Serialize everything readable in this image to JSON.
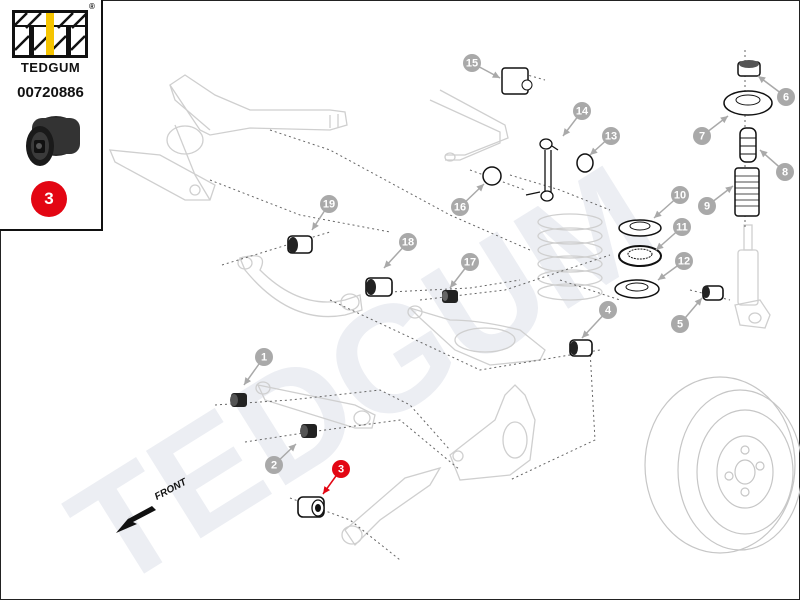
{
  "brand": {
    "name": "TEDGUM",
    "registered_mark": "®",
    "accent_yellow": "#f5c400",
    "accent_red": "#e30613"
  },
  "product": {
    "part_number": "00720886",
    "highlighted_position": "3"
  },
  "diagram": {
    "title": "Rear suspension exploded view",
    "watermark": "TEDGUM",
    "direction_label": "FRONT",
    "callouts": [
      {
        "number": "1",
        "part": "bushing",
        "highlighted": false
      },
      {
        "number": "2",
        "part": "bushing",
        "highlighted": false
      },
      {
        "number": "3",
        "part": "bushing",
        "highlighted": true
      },
      {
        "number": "4",
        "part": "bushing",
        "highlighted": false
      },
      {
        "number": "5",
        "part": "shock absorber bushing",
        "highlighted": false
      },
      {
        "number": "6",
        "part": "top mount bearing",
        "highlighted": false
      },
      {
        "number": "7",
        "part": "strut top mount",
        "highlighted": false
      },
      {
        "number": "8",
        "part": "bump stop",
        "highlighted": false
      },
      {
        "number": "9",
        "part": "dust boot",
        "highlighted": false
      },
      {
        "number": "10",
        "part": "spring seat",
        "highlighted": false
      },
      {
        "number": "11",
        "part": "bearing",
        "highlighted": false
      },
      {
        "number": "12",
        "part": "spring seat",
        "highlighted": false
      },
      {
        "number": "13",
        "part": "link bushing",
        "highlighted": false
      },
      {
        "number": "14",
        "part": "stabilizer link",
        "highlighted": false
      },
      {
        "number": "15",
        "part": "stabilizer bushing",
        "highlighted": false
      },
      {
        "number": "16",
        "part": "link bushing",
        "highlighted": false
      },
      {
        "number": "17",
        "part": "bushing",
        "highlighted": false
      },
      {
        "number": "18",
        "part": "bushing",
        "highlighted": false
      },
      {
        "number": "19",
        "part": "bushing",
        "highlighted": false
      }
    ],
    "colors": {
      "callout_grey": "#a9a9a9",
      "callout_highlight": "#e30613",
      "outline": "#c8c8c8",
      "part_dark": "#111111"
    }
  }
}
